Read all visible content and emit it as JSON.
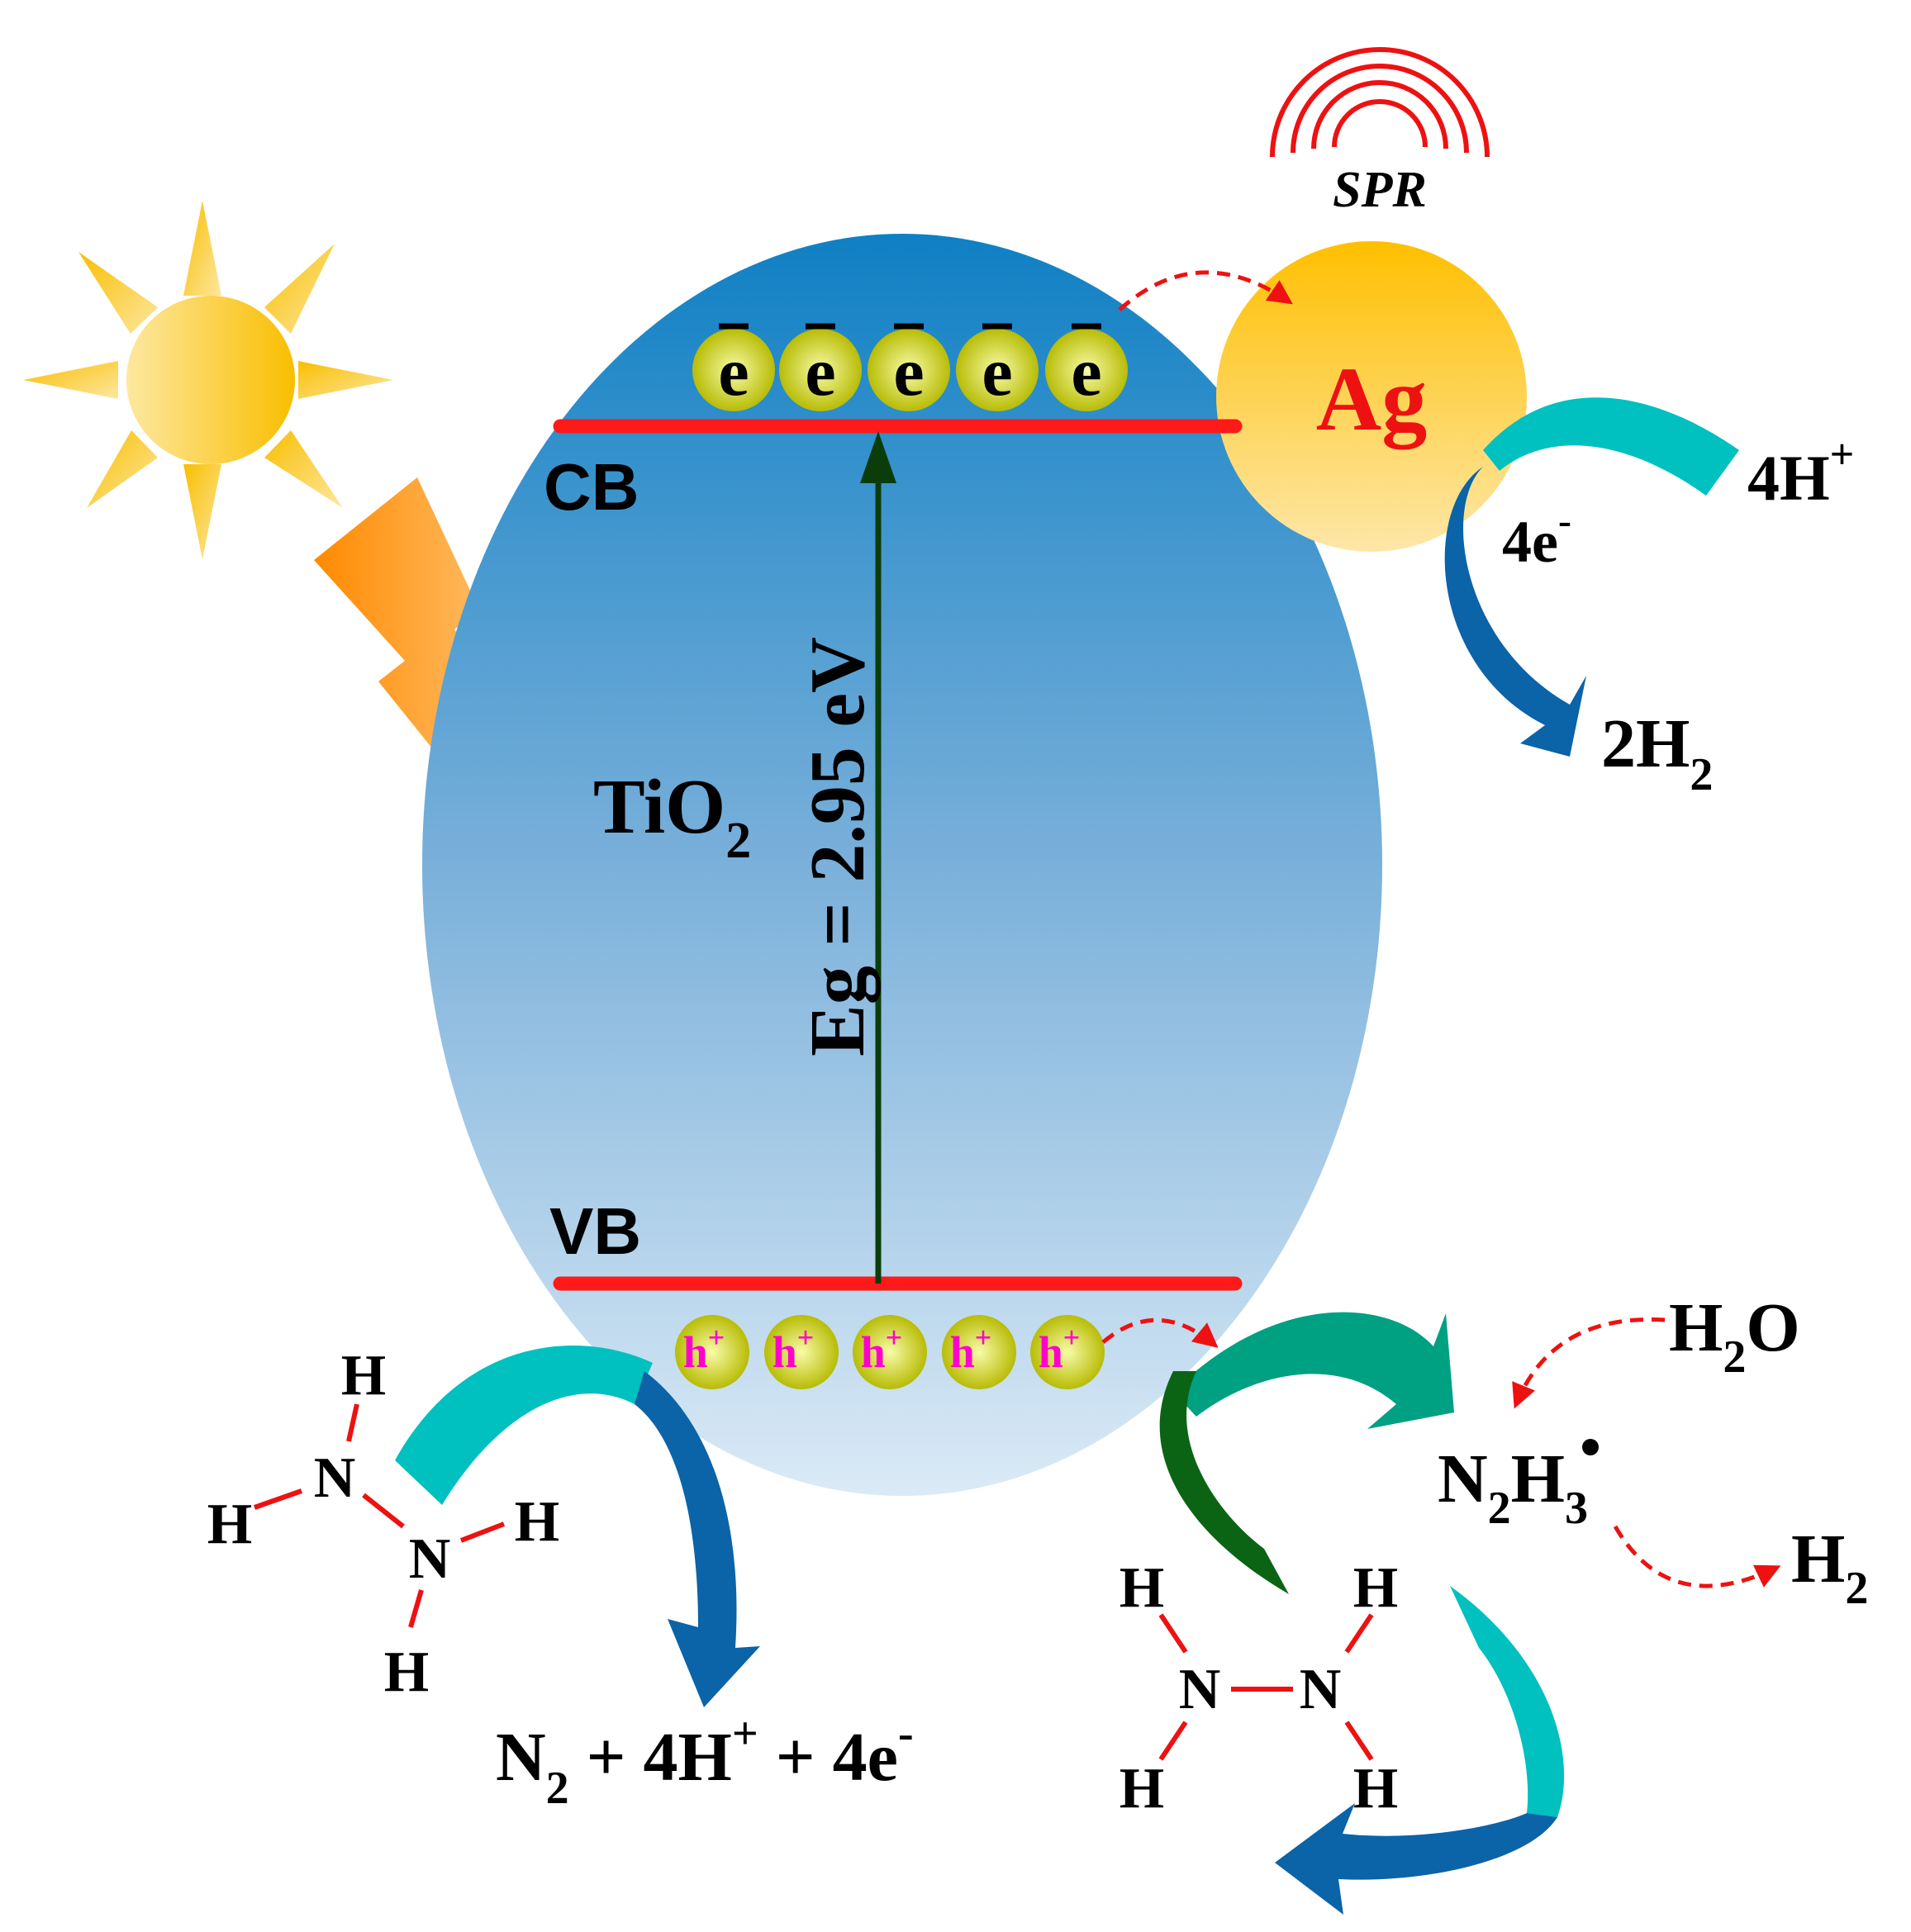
{
  "colors": {
    "band_line": "#ff1a1a",
    "arrow_green": "#0b3d0b",
    "ag_label": "#ee1111",
    "hole_text": "#ff00cc",
    "dash_arrow": "#ee1111",
    "teal": "#00c0c0",
    "blue": "#0b63a8",
    "dark_green": "#0a6414"
  },
  "semiconductor": {
    "material": "TiO",
    "material_sub": "2",
    "cb_label": "CB",
    "vb_label": "VB",
    "bandgap_label": "Eg = 2.95 eV"
  },
  "electrons": [
    "e",
    "e",
    "e",
    "e",
    "e"
  ],
  "holes": [
    {
      "base": "h",
      "sup": "+"
    },
    {
      "base": "h",
      "sup": "+"
    },
    {
      "base": "h",
      "sup": "+"
    },
    {
      "base": "h",
      "sup": "+"
    },
    {
      "base": "h",
      "sup": "+"
    }
  ],
  "silver": {
    "label": "Ag",
    "spr_label": "SPR"
  },
  "reduction": {
    "reactant": "4H",
    "reactant_sup": "+",
    "electrons": "4e",
    "electrons_sup": "-",
    "product": "2H",
    "product_sub": "2"
  },
  "hydrazine_left": {
    "atoms": [
      "H",
      "N",
      "H",
      "N",
      "H",
      "H"
    ]
  },
  "oxidation": {
    "p1": "N",
    "p1_sub": "2",
    "p2": " + 4H",
    "p2_sup": "+",
    "p3": " + 4e",
    "p3_sup": "-"
  },
  "radical": {
    "n": "N",
    "n_sub": "2",
    "h": "H",
    "h_sub": "3"
  },
  "water": {
    "h": "H",
    "h_sub": "2",
    "o": "O"
  },
  "hydrogen_product": {
    "h": "H",
    "h_sub": "2"
  },
  "hydrazine_right": {
    "atoms": [
      "H",
      "H",
      "N",
      "N",
      "H",
      "H"
    ]
  }
}
